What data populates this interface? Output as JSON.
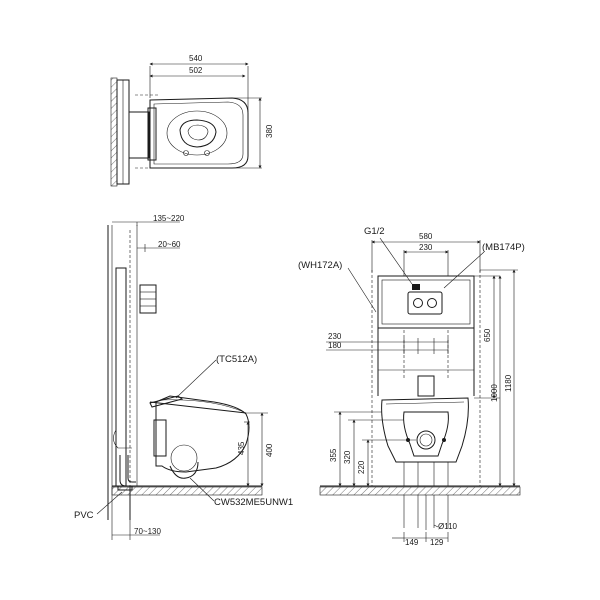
{
  "top_view": {
    "dim_overall_width": "540",
    "dim_bowl_width": "502",
    "dim_depth": "380"
  },
  "side_view": {
    "dim_frame_offset": "135~220",
    "dim_pipe_offset": "20~60",
    "label_seat": "(TC512A)",
    "dim_height": "400",
    "dim_drain_height": "435",
    "label_pvc": "PVC",
    "label_model": "CW532ME5UNW1",
    "dim_floor_offset": "70~130"
  },
  "front_view": {
    "label_g12": "G1/2",
    "dim_frame_width": "580",
    "dim_inner_230_top": "230",
    "label_mb174p": "(MB174P)",
    "label_wh172a": "(WH172A)",
    "dim_bolt_230": "230",
    "dim_bolt_180": "180",
    "dim_650": "650",
    "dim_1000": "1000",
    "dim_1180": "1180",
    "dim_355": "355",
    "dim_320": "320",
    "dim_220": "220",
    "dim_pipe_dia": "Ø110",
    "dim_149": "149",
    "dim_129": "129"
  }
}
